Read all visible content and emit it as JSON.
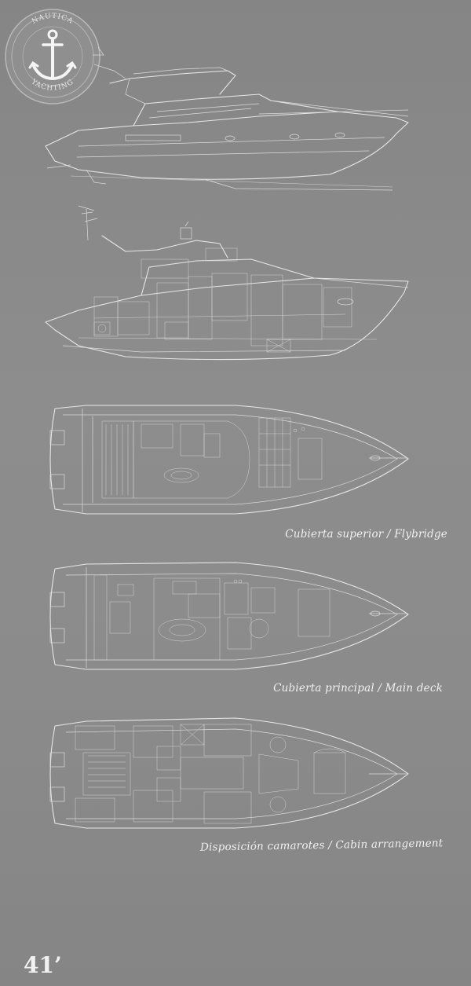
{
  "logo": {
    "top_text": "NAUTICA",
    "bottom_text": "YACHTING",
    "icon": "anchor-icon"
  },
  "views": [
    {
      "name": "profile-exterior"
    },
    {
      "name": "profile-section"
    },
    {
      "name": "plan-flybridge",
      "caption": "Cubierta superior / Flybridge"
    },
    {
      "name": "plan-main-deck",
      "caption": "Cubierta principal / Main deck"
    },
    {
      "name": "plan-cabins",
      "caption": "Disposición camarotes / Cabin arrangement"
    }
  ],
  "model_size": "41’",
  "colors": {
    "background": "#8a8a8a",
    "lines": "#e6e6e6"
  }
}
